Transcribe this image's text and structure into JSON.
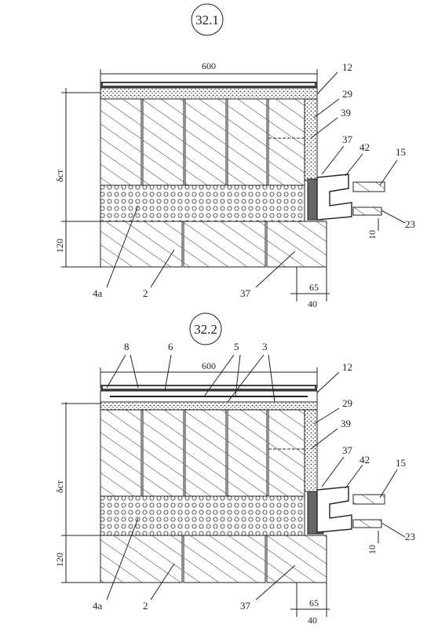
{
  "figures": [
    {
      "title": "32.1",
      "dim_top": "600",
      "dim_height": "δст",
      "dim_bottom_course": "120",
      "dim_65": "65",
      "dim_40": "40",
      "dim_10": "10",
      "labels": {
        "l12": "12",
        "l29": "29",
        "l39": "39",
        "l37a": "37",
        "l42": "42",
        "l15": "15",
        "l23": "23",
        "l4a": "4a",
        "l2": "2",
        "l37b": "37"
      }
    },
    {
      "title": "32.2",
      "dim_top": "600",
      "dim_height": "δст",
      "dim_bottom_course": "120",
      "dim_65": "65",
      "dim_40": "40",
      "dim_10": "10",
      "labels": {
        "l8": "8",
        "l6": "6",
        "l5": "5",
        "l3": "3",
        "l12": "12",
        "l29": "29",
        "l39": "39",
        "l37a": "37",
        "l42": "42",
        "l15": "15",
        "l23": "23",
        "l4a": "4a",
        "l2": "2",
        "l37b": "37"
      }
    }
  ]
}
